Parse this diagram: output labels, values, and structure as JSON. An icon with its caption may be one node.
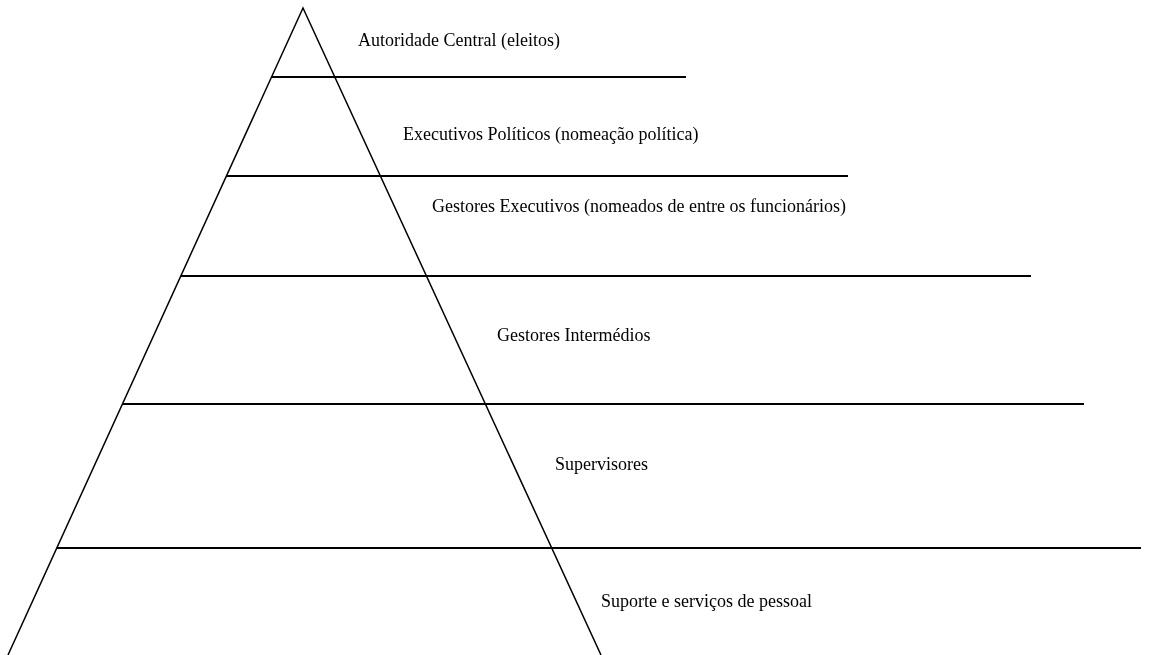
{
  "diagram": {
    "nodes": [
      {
        "text": [
          "Autoridade Central (eleitos)"
        ]
      },
      {
        "text": [
          "Executivos Políticos (nomeação política)"
        ]
      },
      {
        "text": [
          "Gestores Executivos (nomeados de entre os funcionários)"
        ]
      },
      {
        "text": [
          "Gestores Intermédios"
        ]
      },
      {
        "text": [
          "Supervisores"
        ]
      },
      {
        "text": [
          "Suporte e serviços de pessoal"
        ]
      }
    ]
  }
}
